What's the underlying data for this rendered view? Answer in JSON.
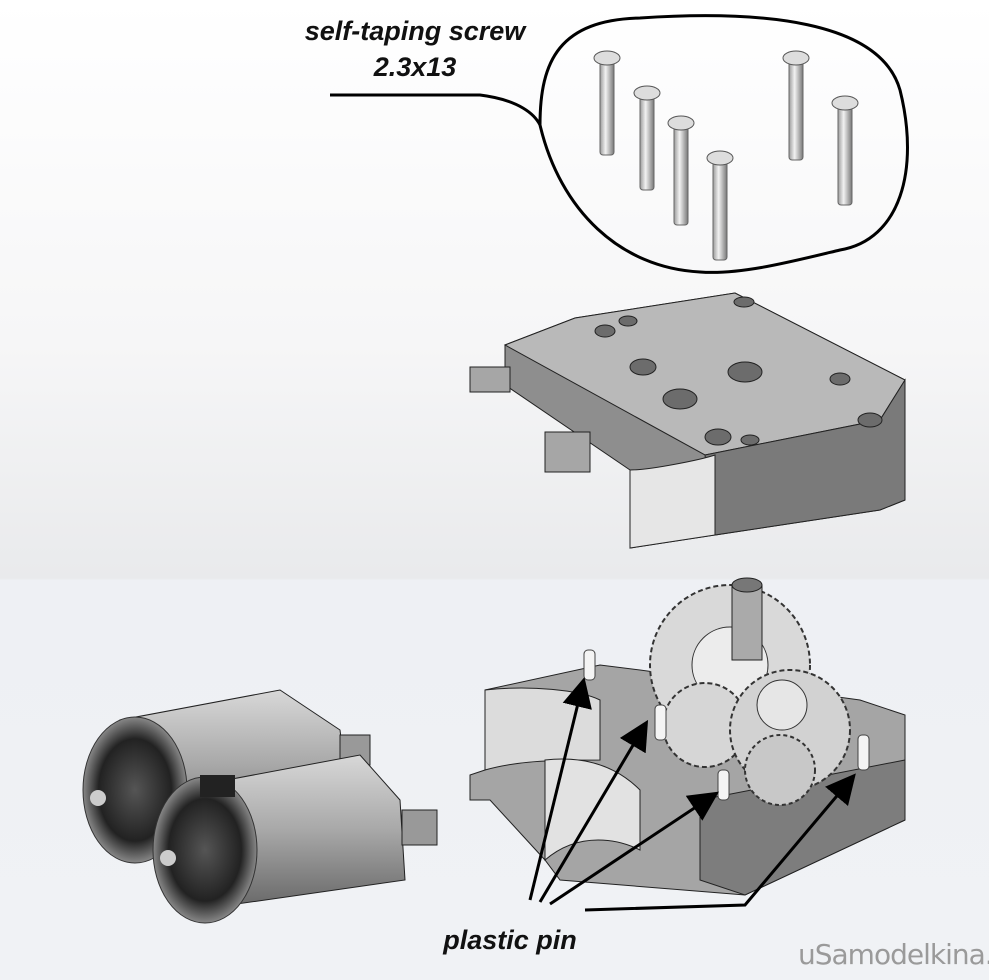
{
  "annotations": {
    "screw_label_line1": "self-taping screw",
    "screw_label_line2": "2.3x13",
    "pin_label": "plastic pin"
  },
  "watermark": "uSamodelkina.ru"
}
